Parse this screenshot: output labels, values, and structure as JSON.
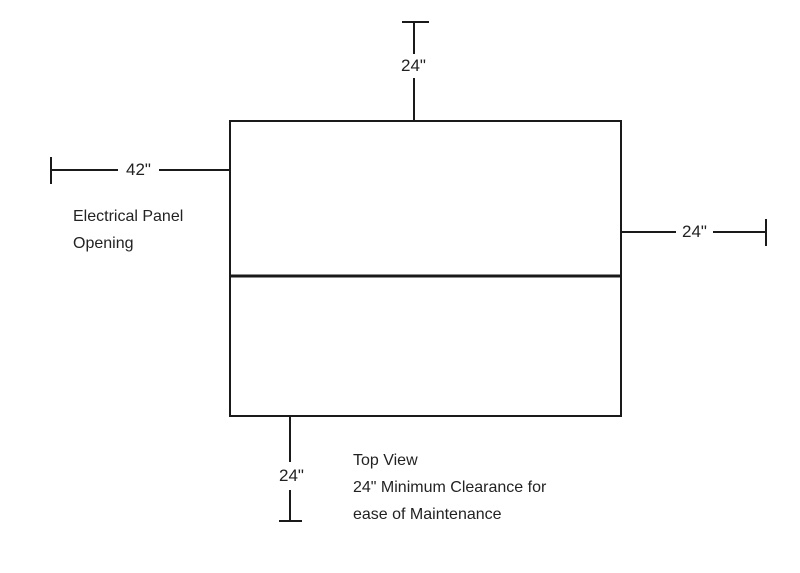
{
  "dimensions": {
    "top": "24\"",
    "left": "42\"",
    "right": "24\"",
    "bottom": "24\""
  },
  "labels": {
    "panel_line1": "Electrical Panel",
    "panel_line2": "Opening",
    "note_line1": "Top View",
    "note_line2": "24\" Minimum Clearance for",
    "note_line3": "ease of Maintenance"
  }
}
